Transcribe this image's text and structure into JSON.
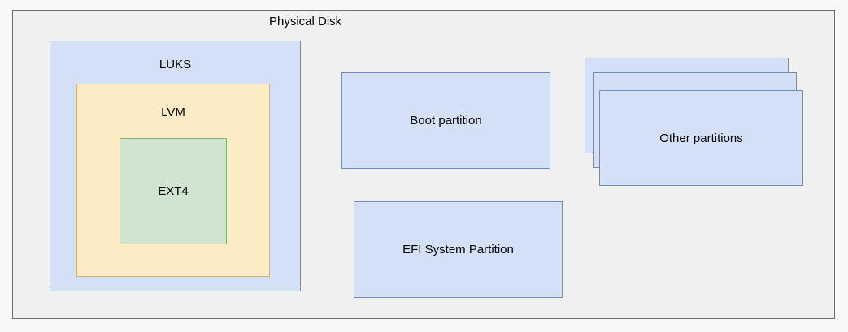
{
  "diagram": {
    "container": {
      "label": "Physical Disk"
    },
    "luks": {
      "label": "LUKS"
    },
    "lvm": {
      "label": "LVM"
    },
    "ext4": {
      "label": "EXT4"
    },
    "boot_partition": {
      "label": "Boot partition"
    },
    "efi_partition": {
      "label": "EFI System Partition"
    },
    "other_partitions": {
      "label": "Other partitions"
    }
  },
  "colors": {
    "disk_fill": "#f0f0f0",
    "disk_stroke": "#6e6e6e",
    "blue_fill": "#d3e0f6",
    "blue_stroke": "#6c8ebf",
    "yellow_fill": "#fbecc6",
    "yellow_stroke": "#d6b656",
    "green_fill": "#d1e3d1",
    "green_stroke": "#82b366"
  }
}
